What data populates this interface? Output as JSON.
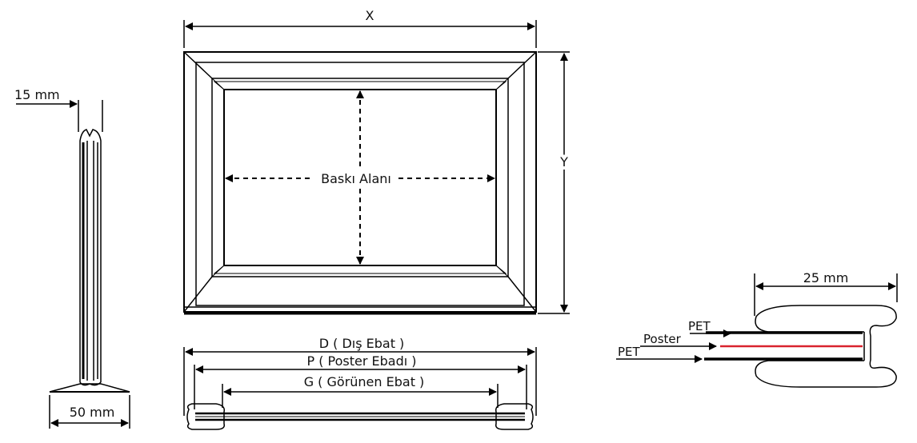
{
  "front_view": {
    "width_label": "X",
    "height_label": "Y",
    "print_area_label": "Baskı Alanı"
  },
  "section_view": {
    "outer_label": "D ( Dış Ebat )",
    "poster_label": "P ( Poster Ebadı )",
    "visible_label": "G ( Görünen Ebat )"
  },
  "side_view": {
    "thickness_label": "15 mm",
    "base_label": "50 mm"
  },
  "profile_detail": {
    "depth_label": "25 mm",
    "layers": [
      "PET",
      "Poster",
      "PET"
    ],
    "colors": {
      "poster": "#d9232e",
      "pet": "#000000"
    }
  }
}
